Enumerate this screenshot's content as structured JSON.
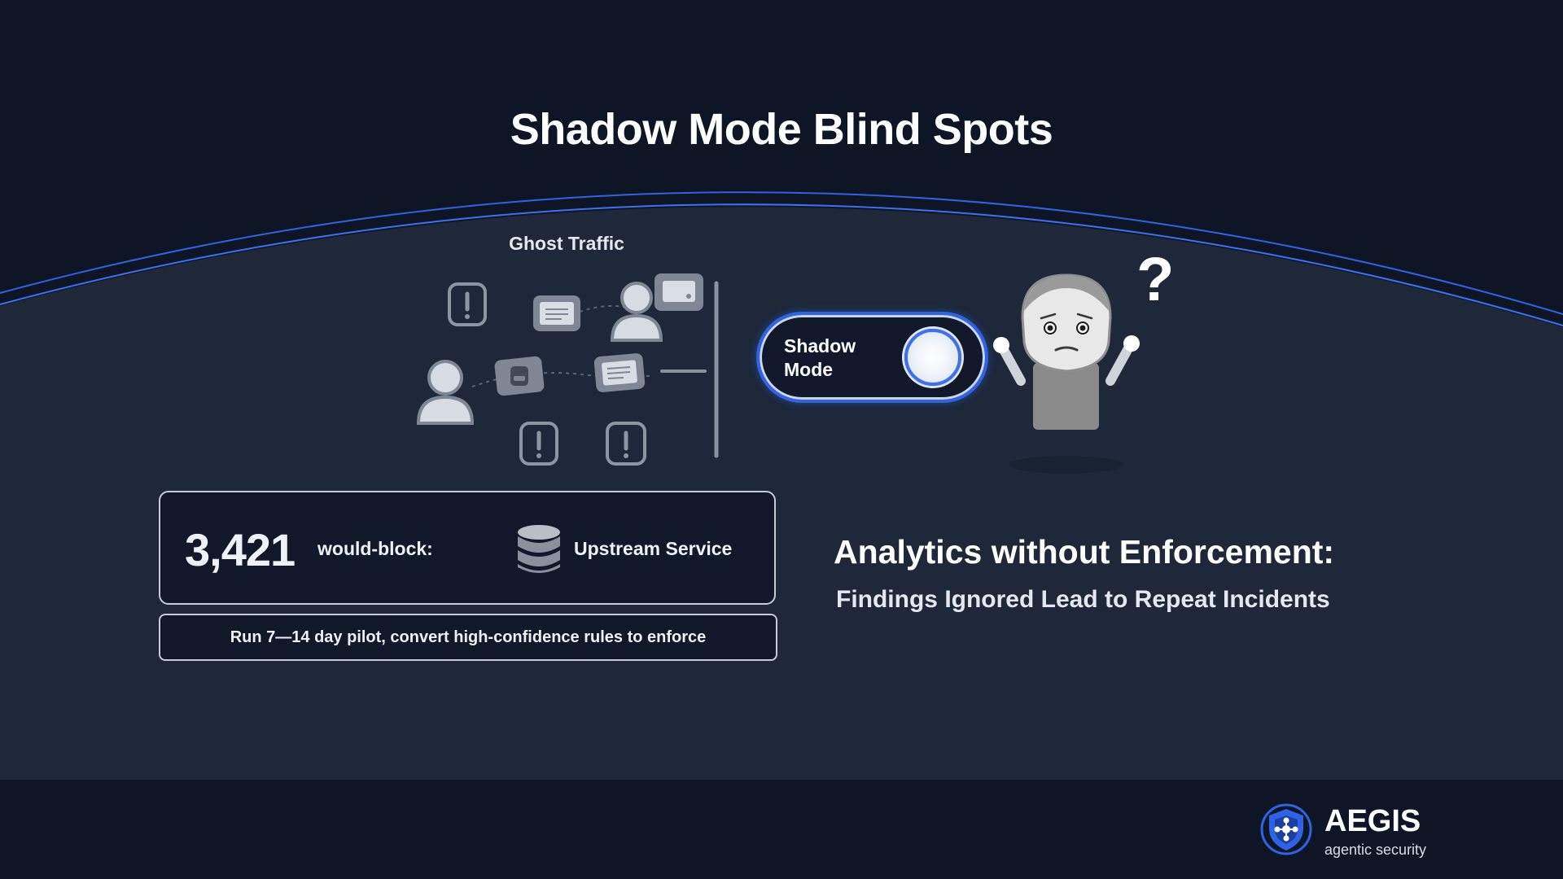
{
  "title": "Shadow Mode Blind Spots",
  "ghost_traffic": {
    "label": "Ghost Traffic",
    "icons": [
      "alert-icon",
      "message-icon",
      "user-icon",
      "card-icon",
      "user-icon",
      "key-icon",
      "message-icon",
      "alert-icon",
      "alert-icon"
    ]
  },
  "toggle": {
    "label": "Shadow Mode"
  },
  "character": {
    "mark": "?"
  },
  "stat": {
    "number": "3,421",
    "label": "would-block:",
    "target": "Upstream Service",
    "target_icon": "database-icon"
  },
  "action": {
    "text": "Run 7—14 day pilot, convert high-confidence rules to enforce"
  },
  "headline": {
    "main": "Analytics without Enforcement:",
    "sub": "Findings Ignored Lead to Repeat Incidents"
  },
  "brand": {
    "name": "AEGIS",
    "tagline": "agentic security",
    "logo_icon": "shield-icon"
  },
  "colors": {
    "background_top": "#0e1626",
    "panel": "#1e2839",
    "accent": "#2f63e6",
    "footer": "#0e1626"
  }
}
